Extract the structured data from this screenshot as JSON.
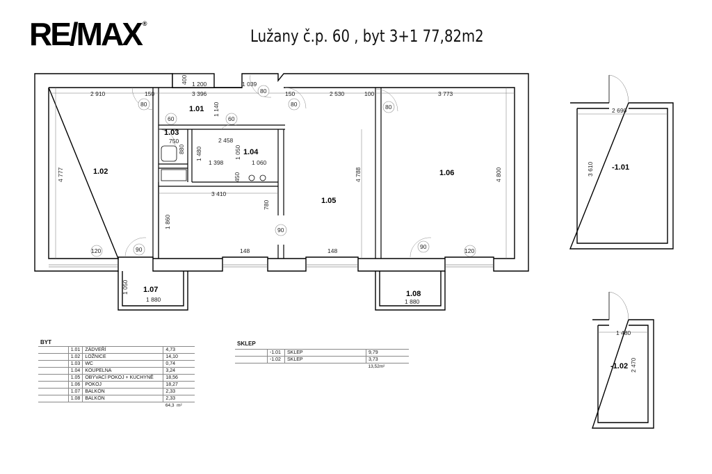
{
  "header": {
    "logo": "RE/MAX",
    "title": "Lužany č.p. 60 , byt 3+1 77,82m2"
  },
  "rooms": {
    "r101": "1.01",
    "r102": "1.02",
    "r103": "1.03",
    "r104": "1.04",
    "r105": "1.05",
    "r106": "1.06",
    "r107": "1.07",
    "r108": "1.08",
    "rm101": "-1.01",
    "rm102": "-1.02"
  },
  "dims": {
    "d2910": "2 910",
    "d150a": "150",
    "d3396": "3 396",
    "d1200": "1 200",
    "d400": "400",
    "d1039": "1 039",
    "d150b": "150",
    "d2530": "2 530",
    "d100": "100",
    "d3773": "3 773",
    "d1140": "1 140",
    "d750": "750",
    "d880": "880",
    "d2458": "2 458",
    "d1480": "1 480",
    "d1050a": "1 050",
    "d1398": "1 398",
    "d1060": "1 060",
    "d450": "450",
    "d4777": "4 777",
    "d4788": "4 788",
    "d4800": "4 800",
    "d3410": "3 410",
    "d780": "780",
    "d1860": "1 860",
    "d148a": "148",
    "d148b": "148",
    "d1050b": "1 050",
    "d1880a": "1 880",
    "d1880b": "1 880",
    "d2690": "2 690",
    "d3610": "3 610",
    "d1480b": "1 480",
    "d2470": "2 470"
  },
  "doors": {
    "o80a": "80",
    "o80b": "80",
    "o80c": "80",
    "o80d": "80",
    "o60a": "60",
    "o60b": "60",
    "o90a": "90",
    "o90b": "90",
    "o90c": "90",
    "o120a": "120",
    "o120b": "120"
  },
  "byt": {
    "title": "BYT",
    "rows": [
      {
        "id": "1.01",
        "name": "ZÁDVEŘÍ",
        "area": "4,73"
      },
      {
        "id": "1.02",
        "name": "LOŽNICE",
        "area": "14,10"
      },
      {
        "id": "1.03",
        "name": "WC",
        "area": "0,74"
      },
      {
        "id": "1.04",
        "name": "KOUPELNA",
        "area": "3,24"
      },
      {
        "id": "1.05",
        "name": "OBÝVACÍ POKOJ + KUCHYNĚ",
        "area": "18,56"
      },
      {
        "id": "1.06",
        "name": "POKOJ",
        "area": "18,27"
      },
      {
        "id": "1.07",
        "name": "BALKÓN",
        "area": "2,33"
      },
      {
        "id": "1.08",
        "name": "BALKÓN",
        "area": "2,33"
      }
    ],
    "total": "64,3",
    "unit": "m²"
  },
  "sklep": {
    "title": "SKLEP",
    "rows": [
      {
        "id": "-1.01",
        "name": "SKLEP",
        "area": "9,79"
      },
      {
        "id": "-1.02",
        "name": "SKLEP",
        "area": "3,73"
      }
    ],
    "total": "13,52m²"
  }
}
